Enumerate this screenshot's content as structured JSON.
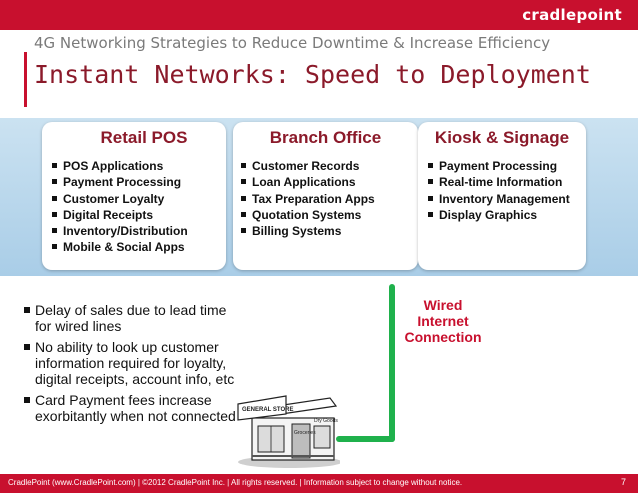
{
  "header": {
    "brand": "cradlepoint",
    "subtitle": "4G Networking Strategies to Reduce Downtime & Increase Efficiency",
    "title": "Instant Networks: Speed to Deployment"
  },
  "cards": [
    {
      "title": "Retail POS",
      "items": [
        "POS Applications",
        "Payment Processing",
        "Customer Loyalty",
        "Digital Receipts",
        "Inventory/Distribution",
        "Mobile & Social Apps"
      ]
    },
    {
      "title": "Branch Office",
      "items": [
        "Customer Records",
        "Loan Applications",
        "Tax Preparation Apps",
        "Quotation Systems",
        "Billing Systems"
      ]
    },
    {
      "title": "Kiosk & Signage",
      "items": [
        "Payment Processing",
        "Real-time Information",
        "Inventory Management",
        "Display Graphics"
      ]
    }
  ],
  "issues": [
    "Delay of sales due to lead time for wired lines",
    "No ability to look up customer information required for loyalty, digital receipts, account info, etc",
    "Card Payment fees increase exorbitantly when not connected"
  ],
  "wired_label": [
    "Wired",
    "Internet",
    "Connection"
  ],
  "store_sign": [
    "GENERAL STORE",
    "Groceries",
    "Dry Goods"
  ],
  "footer": {
    "text": "CradlePoint (www.CradlePoint.com) | ©2012 CradlePoint Inc. | All rights reserved. | Information subject to change without notice.",
    "page": "7"
  },
  "colors": {
    "brand_red": "#c8102e",
    "title_maroon": "#8b1a2a",
    "wire_green": "#1fb14c",
    "band_blue": "#a9cde7"
  }
}
